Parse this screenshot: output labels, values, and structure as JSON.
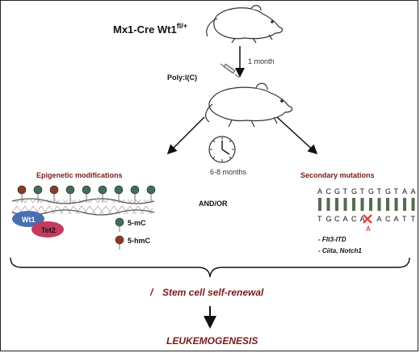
{
  "genotype": {
    "base": "Mx1-Cre Wt1",
    "superscript": "fl/+"
  },
  "time_top": "1 month",
  "injection": "Poly:I(C)",
  "time_clock": "6-8 months",
  "left_title": "Epigenetic modifications",
  "right_title": "Secondary mutations",
  "connector": "AND/OR",
  "wt1_label": "Wt1",
  "tet2_label": "Tet2",
  "legend_5mc": "5-mC",
  "legend_5hmc": "5-hmC",
  "seq_top": [
    "A",
    "C",
    "G",
    "T",
    "G",
    "T",
    "G",
    "T",
    "G",
    "T",
    "A",
    "A"
  ],
  "seq_bottom": [
    "T",
    "G",
    "C",
    "A",
    "C",
    "A",
    "",
    "A",
    "C",
    "A",
    "T",
    "T"
  ],
  "mutation_base": "A",
  "mutations": [
    "- Flt3-ITD",
    "- Ciita, Notch1"
  ],
  "self_renewal_prefix": "/",
  "self_renewal": "Stem cell self-renewal",
  "outcome": "LEUKEMOGENESIS",
  "colors": {
    "accent": "#7a1a1a",
    "green": "#3f6f5c",
    "brown": "#8a3a22",
    "wt1": "#4a6fb0",
    "tet2": "#c43a5e",
    "mutation": "#e0463a"
  }
}
